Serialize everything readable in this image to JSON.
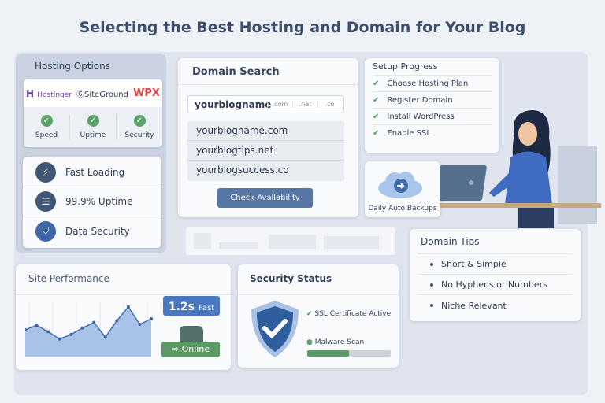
{
  "title": "Selecting the Best Hosting and Domain for Your Blog",
  "hosting": {
    "title": "Hosting Options",
    "logos": [
      "Hostinger",
      "SiteGround",
      "WPX"
    ],
    "criteria": [
      "Speed",
      "Uptime",
      "Security"
    ],
    "features": [
      {
        "icon": "lightning-icon",
        "label": "Fast Loading"
      },
      {
        "icon": "list-icon",
        "label": "99.9% Uptime"
      },
      {
        "icon": "shield-icon",
        "label": "Data Security"
      }
    ]
  },
  "domain": {
    "title": "Domain Search",
    "input": "yourblogname",
    "extensions": [
      ".com",
      ".net",
      ".co"
    ],
    "results": [
      "yourblogname.com",
      "yourblogtips.net",
      "yourblogsuccess.co"
    ],
    "button": "Check Availability"
  },
  "setup": {
    "title": "Setup Progress",
    "steps": [
      "Choose Hosting Plan",
      "Register Domain",
      "Install WordPress",
      "Enable SSL"
    ]
  },
  "backup": {
    "label": "Daily Auto Backups",
    "icon": "cloud-backup-icon"
  },
  "tips": {
    "title": "Domain Tips",
    "items": [
      "Short & Simple",
      "No Hyphens or Numbers",
      "Niche Relevant"
    ]
  },
  "performance": {
    "title": "Site Performance",
    "speed_value": "1.2s",
    "speed_label": "Fast",
    "status": "Online",
    "chart_data": {
      "type": "area",
      "values": [
        30,
        35,
        28,
        20,
        25,
        32,
        38,
        22,
        40,
        55,
        36,
        42
      ]
    }
  },
  "security": {
    "title": "Security Status",
    "ssl": "SSL Certificate Active",
    "malware": "Malware Scan",
    "malware_progress": 0.5
  },
  "colors": {
    "accent": "#4a72b0",
    "success": "#5ba36a",
    "wpx": "#e0474c",
    "hostinger": "#6b3fa0"
  }
}
